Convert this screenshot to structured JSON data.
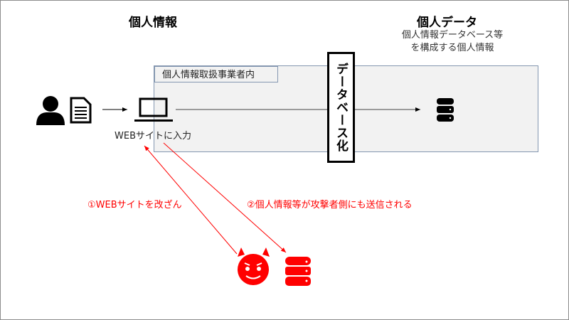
{
  "left_title": "個人情報",
  "right_title": "個人データ",
  "right_subtitle_lines": [
    "個人情報データベース等",
    "を構成する個人情報"
  ],
  "zone_label": "個人情報取扱事業者内",
  "database_label": "データベース化",
  "laptop_caption": "WEBサイトに入力",
  "attack_step1": "①WEBサイトを改ざん",
  "attack_step2": "②個人情報等が攻撃者側にも送信される",
  "colors": {
    "attack": "#ff0000",
    "zone_fill": "#f2f2f2",
    "zone_border": "#8497b0"
  }
}
